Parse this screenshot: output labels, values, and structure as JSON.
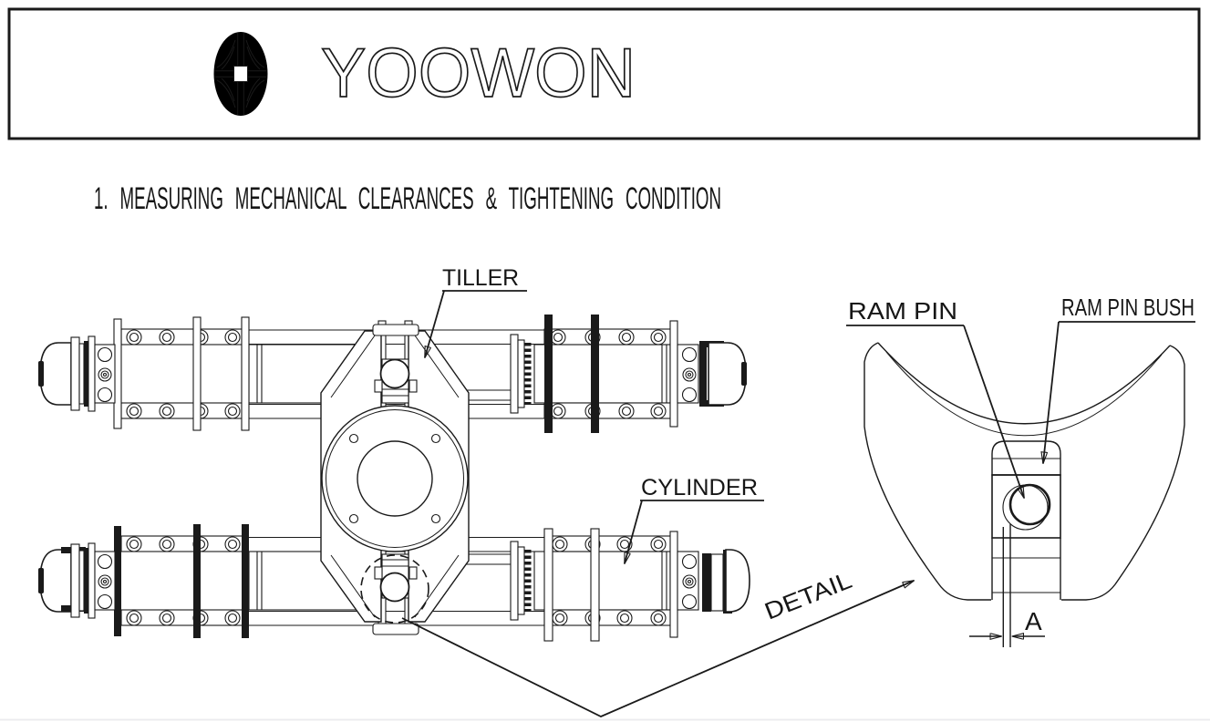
{
  "logo": {
    "brand": "YOOWON"
  },
  "heading": {
    "title": "1. MEASURING MECHANICAL CLEARANCES & TIGHTENING CONDITION"
  },
  "main_view": {
    "labels": {
      "tiller": "TILLER",
      "cylinder": "CYLINDER",
      "detail": "DETAIL"
    }
  },
  "detail_view": {
    "labels": {
      "ram_pin": "RAM PIN",
      "ram_pin_bush": "RAM PIN BUSH",
      "dimension_a": "A"
    }
  },
  "colors": {
    "ink": "#1a1a1a",
    "paper": "#ffffff"
  }
}
